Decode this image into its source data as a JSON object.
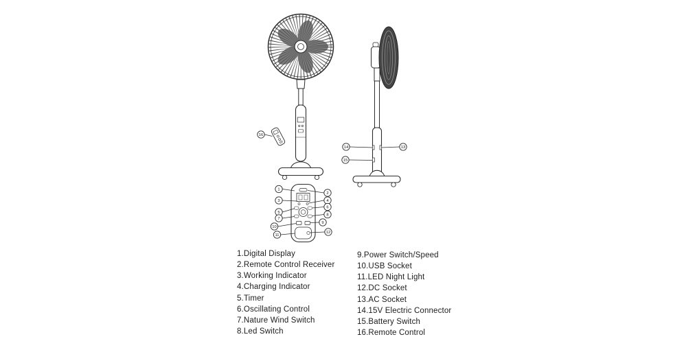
{
  "callouts": {
    "c1": "1",
    "c2": "2",
    "c3": "3",
    "c4": "4",
    "c5": "5",
    "c6": "6",
    "c7": "7",
    "c8": "8",
    "c9": "9",
    "c10": "10",
    "c11": "11",
    "c12": "12",
    "c13": "13",
    "c14": "14",
    "c15": "15",
    "c16": "16"
  },
  "parts_list": {
    "left": [
      "1.Digital Display",
      "2.Remote Control Receiver",
      "3.Working Indicator",
      "4.Charging Indicator",
      "5.Timer",
      "6.Oscillating Control",
      "7.Nature Wind Switch",
      "8.Led Switch"
    ],
    "right": [
      "9.Power Switch/Speed",
      "10.USB Socket",
      "11.LED Night Light",
      "12.DC Socket",
      "13.AC Socket",
      "14.15V Electric Connector",
      "15.Battery Switch",
      "16.Remote Control"
    ]
  },
  "colors": {
    "line": "#2b2b2b",
    "blade_fill": "#7a7a7a",
    "side_head_fill": "#454545",
    "background": "#ffffff"
  }
}
